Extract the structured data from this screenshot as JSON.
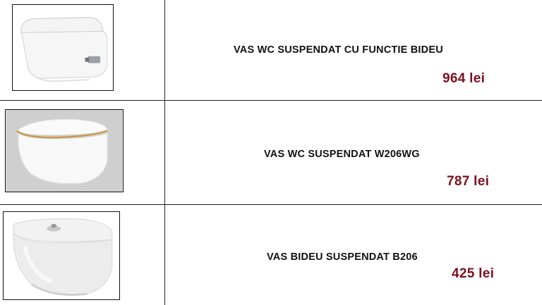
{
  "products": [
    {
      "name": "VAS WC SUSPENDAT CU FUNCTIE BIDEU",
      "price": "964 lei",
      "image_icon": "wall-hung-toilet-bidet-function-icon"
    },
    {
      "name": "VAS WC SUSPENDAT W206WG",
      "price": "787 lei",
      "image_icon": "wall-hung-toilet-gold-rim-icon"
    },
    {
      "name": "VAS BIDEU SUSPENDAT B206",
      "price": "425 lei",
      "image_icon": "wall-hung-bidet-icon"
    }
  ],
  "colors": {
    "price": "#7a0f20",
    "text": "#111111",
    "rule": "#222222"
  }
}
